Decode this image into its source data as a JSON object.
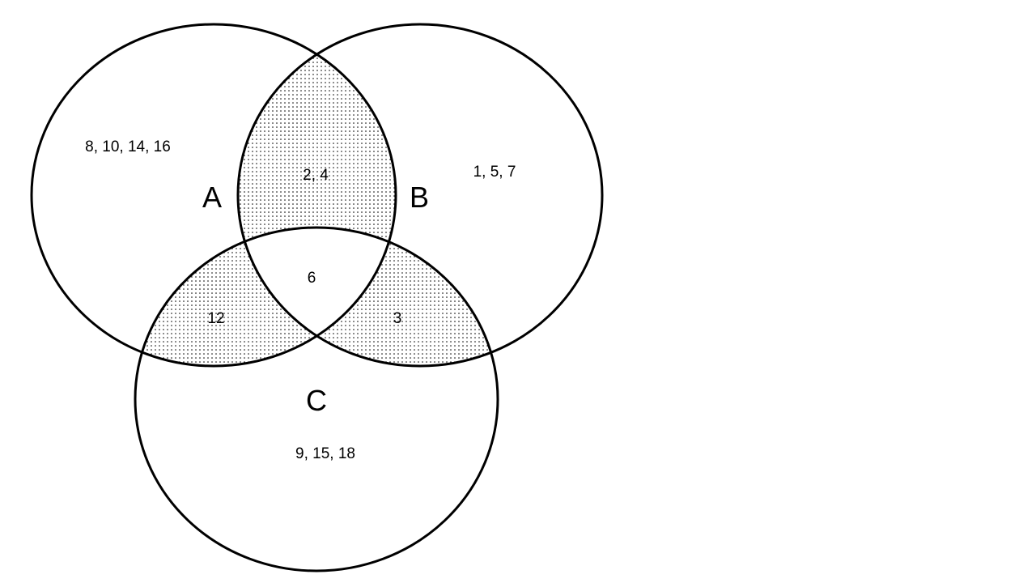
{
  "colors": {
    "stroke": "#000000",
    "shade_outline": "#6a7da6",
    "background": "#ffffff"
  },
  "sets": {
    "a": "A",
    "b": "B",
    "c": "C"
  },
  "regions": {
    "a_only": "8, 10, 14, 16",
    "b_only": "1, 5, 7",
    "c_only": "9, 15, 18",
    "ab_only": "2, 4",
    "ac_only": "12",
    "bc_only": "3",
    "abc": "6"
  }
}
